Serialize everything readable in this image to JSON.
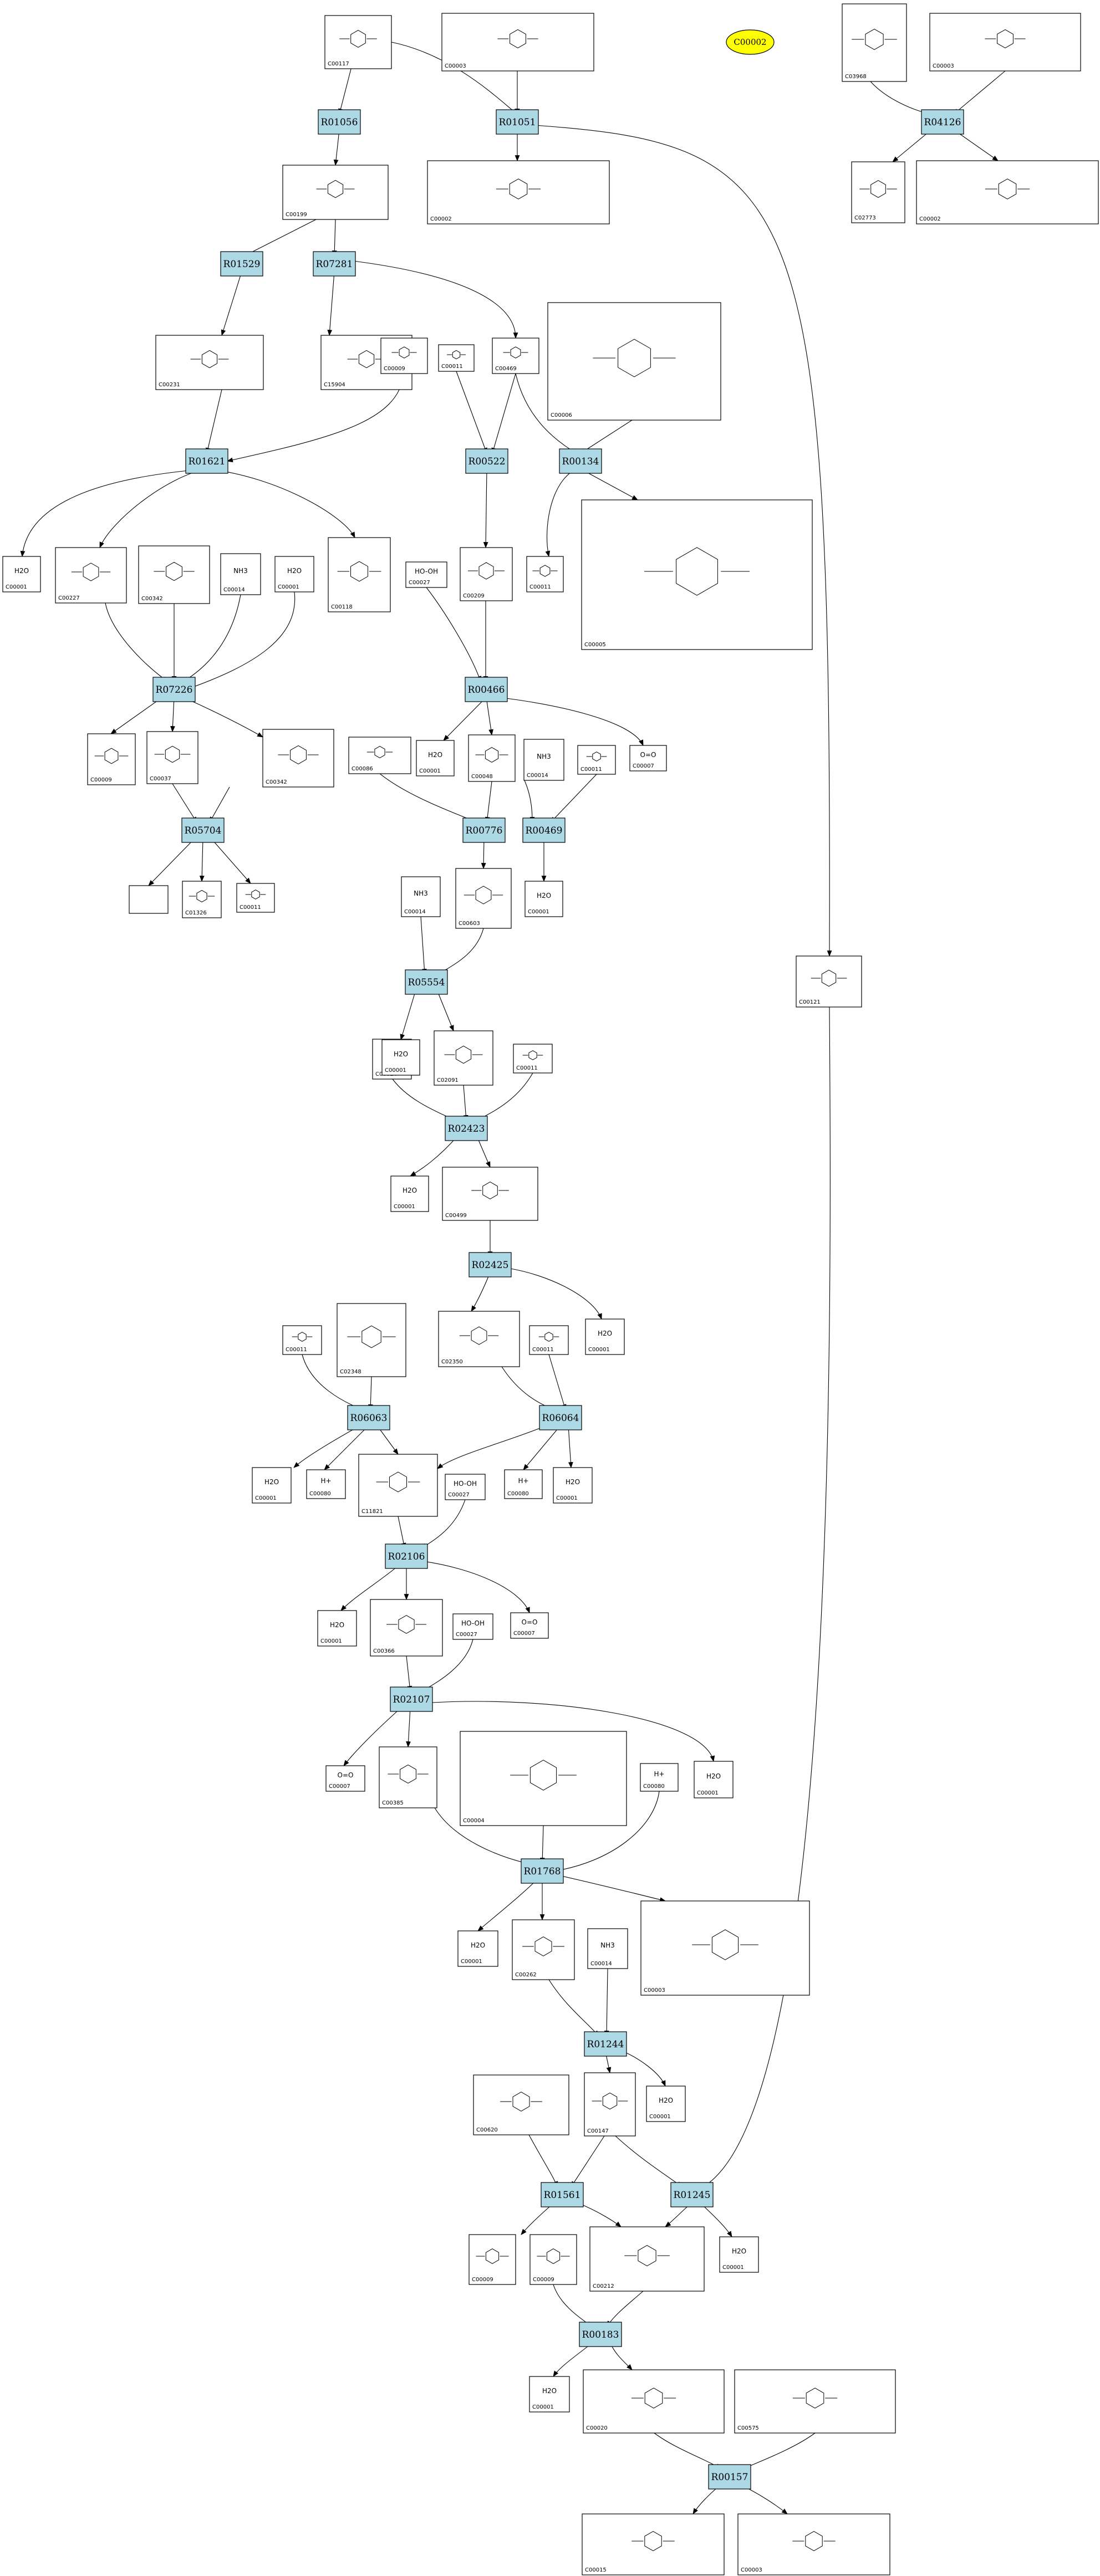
{
  "highlight": {
    "id": "C00002",
    "color": "#ffff00"
  },
  "reactions": [
    "R01056",
    "R01051",
    "R04126",
    "R01529",
    "R07281",
    "R01621",
    "R00522",
    "R00134",
    "R07226",
    "R00466",
    "R05704",
    "R00776",
    "R00469",
    "R05554",
    "R02423",
    "R02425",
    "R06063",
    "R06064",
    "R02106",
    "R02107",
    "R01768",
    "R01244",
    "R01561",
    "R01245",
    "R00183",
    "R00157"
  ],
  "compounds": {
    "C00117": {
      "formula": ""
    },
    "C00003": {
      "formula": ""
    },
    "C03968": {
      "formula": ""
    },
    "C00199": {
      "formula": ""
    },
    "C00002": {
      "formula": ""
    },
    "C02773": {
      "formula": ""
    },
    "C00231": {
      "formula": ""
    },
    "C15904": {
      "formula": ""
    },
    "C00009": {
      "formula": ""
    },
    "C00011": {
      "formula": ""
    },
    "C00469": {
      "formula": ""
    },
    "C00006": {
      "formula": ""
    },
    "C00001": {
      "formula": "H2O"
    },
    "C00227": {
      "formula": ""
    },
    "C00342": {
      "formula": ""
    },
    "C00014": {
      "formula": "NH3"
    },
    "C00118": {
      "formula": ""
    },
    "C00027": {
      "formula": "HO-OH"
    },
    "C00209": {
      "formula": ""
    },
    "C00005": {
      "formula": ""
    },
    "C00037": {
      "formula": ""
    },
    "C00048": {
      "formula": ""
    },
    "C00086": {
      "formula": ""
    },
    "C00007": {
      "formula": "O=O"
    },
    "C01326": {
      "formula": ""
    },
    "C00603": {
      "formula": ""
    },
    "C00121": {
      "formula": ""
    },
    "C02091": {
      "formula": ""
    },
    "C00499": {
      "formula": ""
    },
    "C02350": {
      "formula": ""
    },
    "C02348": {
      "formula": ""
    },
    "C00080": {
      "formula": "H+"
    },
    "C11821": {
      "formula": ""
    },
    "C00366": {
      "formula": ""
    },
    "C00385": {
      "formula": ""
    },
    "C00004": {
      "formula": ""
    },
    "C00262": {
      "formula": ""
    },
    "C00620": {
      "formula": ""
    },
    "C00147": {
      "formula": ""
    },
    "C00212": {
      "formula": ""
    },
    "C00020": {
      "formula": ""
    },
    "C00575": {
      "formula": ""
    }
  }
}
